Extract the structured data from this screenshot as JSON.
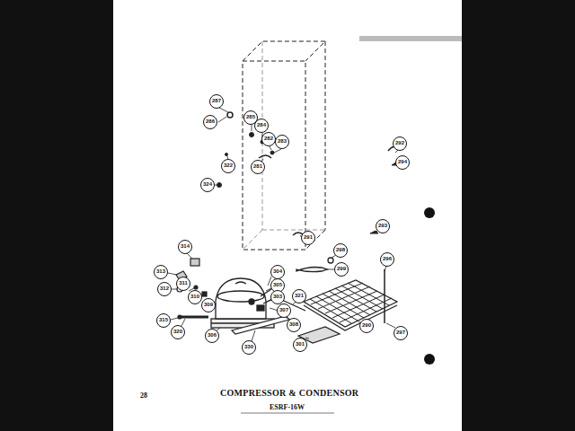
{
  "diagram": {
    "title": "COMPRESSOR & CONDENSOR",
    "caption": "ESRF-16W",
    "labels": [
      "287",
      "286",
      "285",
      "284",
      "282",
      "283",
      "281",
      "322",
      "324",
      "292",
      "294",
      "291",
      "293",
      "314",
      "313",
      "312",
      "311",
      "310",
      "309",
      "315",
      "320",
      "306",
      "330",
      "304",
      "305",
      "303",
      "307",
      "321",
      "308",
      "301",
      "299",
      "298",
      "296",
      "297",
      "290",
      "28"
    ]
  }
}
